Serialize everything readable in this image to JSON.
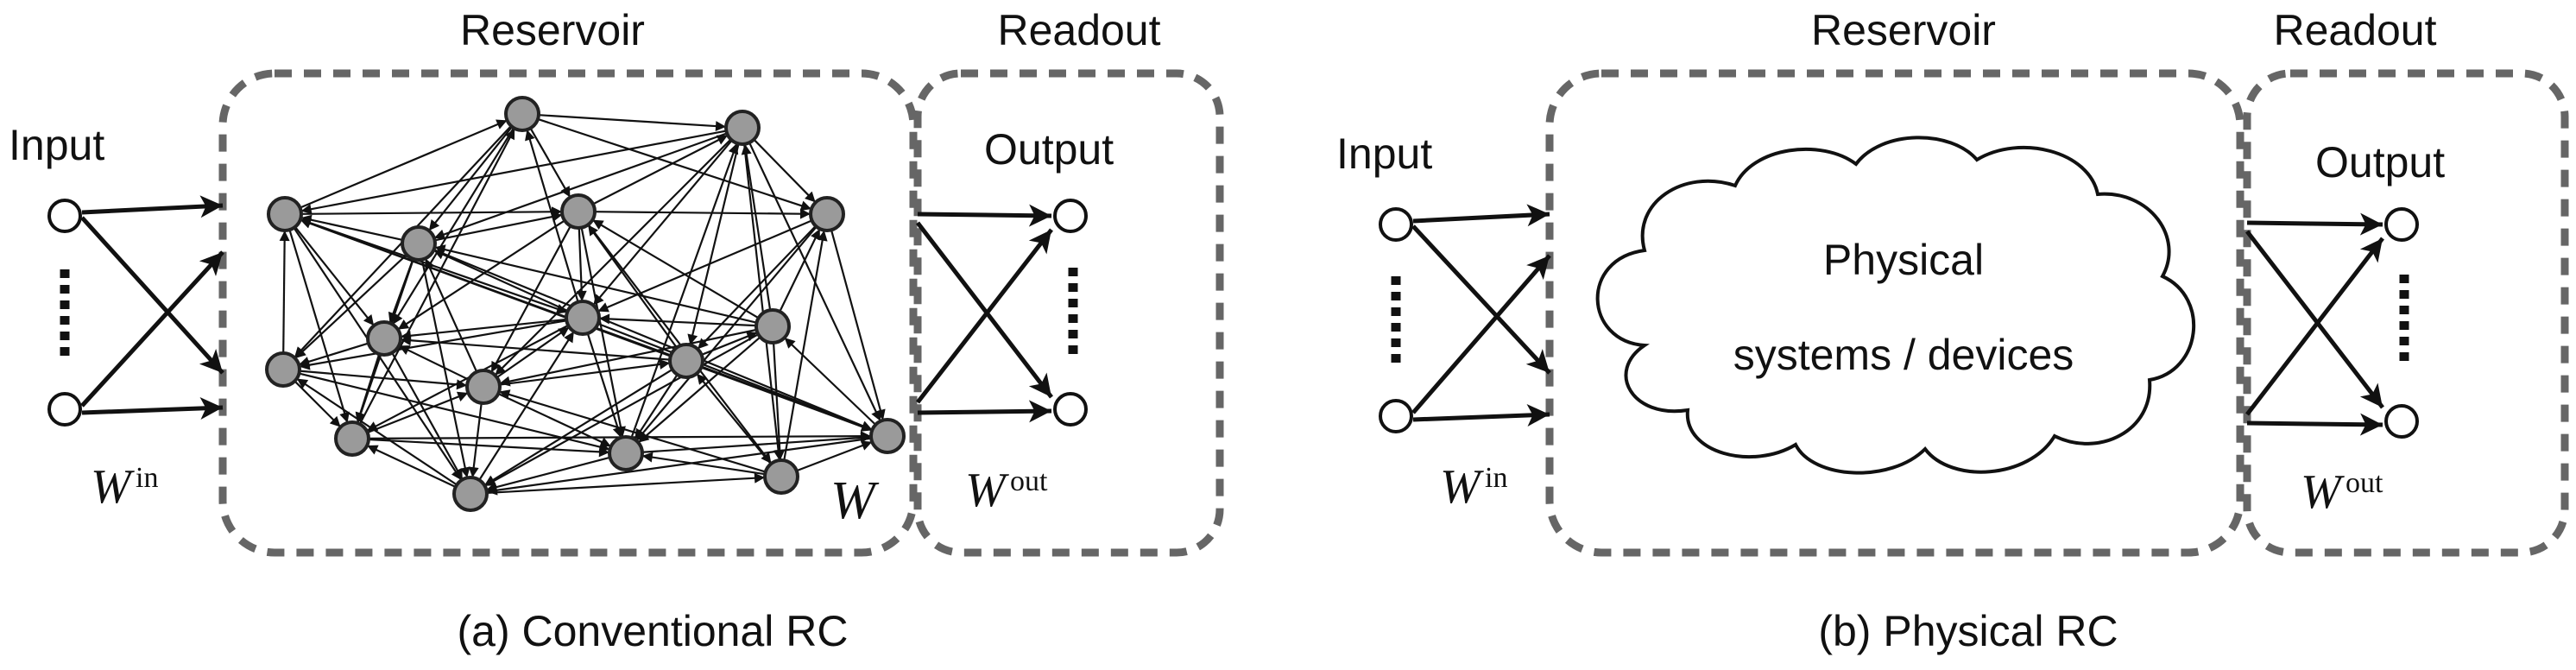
{
  "panel_a": {
    "reservoir_label": "Reservoir",
    "readout_label": "Readout",
    "input_label": "Input",
    "output_label": "Output",
    "w_in_symbol": "W",
    "w_in_superscript": "in",
    "w_symbol": "W",
    "w_out_symbol": "W",
    "w_out_superscript": "out",
    "caption": "(a)  Conventional RC"
  },
  "panel_b": {
    "reservoir_label": "Reservoir",
    "readout_label": "Readout",
    "input_label": "Input",
    "output_label": "Output",
    "cloud_line1": "Physical",
    "cloud_line2": "systems / devices",
    "w_in_symbol": "W",
    "w_in_superscript": "in",
    "w_out_symbol": "W",
    "w_out_superscript": "out",
    "caption": "(b) Physical RC"
  },
  "colors": {
    "node_fill": "#9a9a9a",
    "dashed_box": "#666666",
    "line": "#111111"
  }
}
